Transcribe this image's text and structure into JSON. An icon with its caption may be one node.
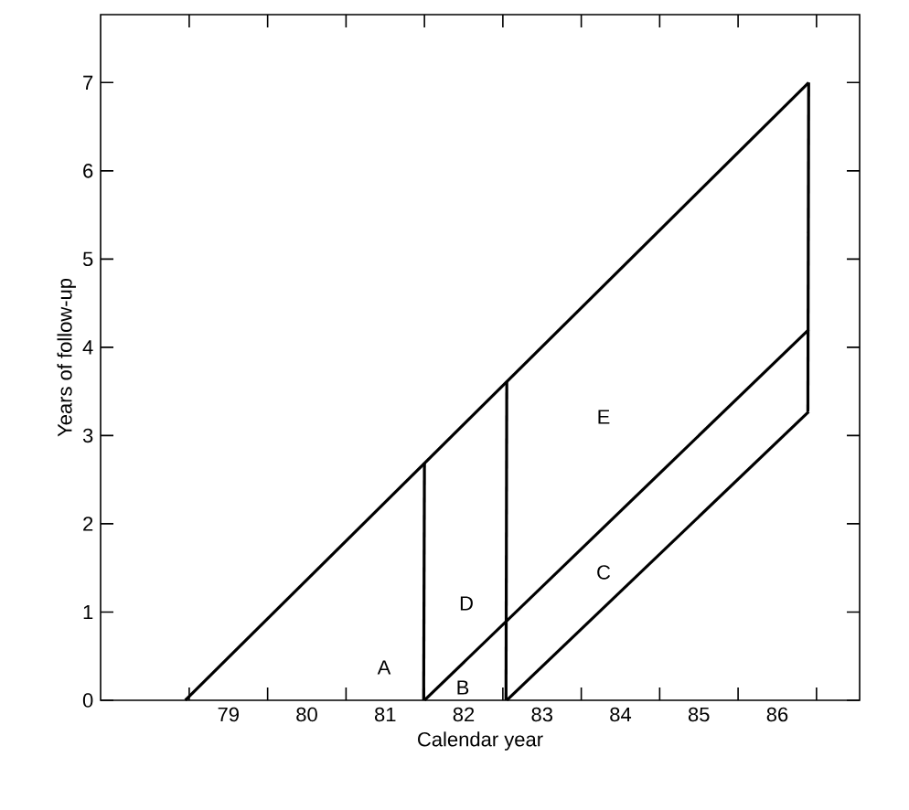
{
  "diagram": {
    "chart_data": {
      "type": "line",
      "xlabel": "Calendar year",
      "ylabel": "Years of follow-up",
      "xlim": [
        77.37,
        87.05
      ],
      "ylim": [
        0,
        7.77
      ],
      "xticks": [
        {
          "value": 79,
          "label": "79"
        },
        {
          "value": 80,
          "label": "80"
        },
        {
          "value": 81,
          "label": "81"
        },
        {
          "value": 82,
          "label": "82"
        },
        {
          "value": 83,
          "label": "83"
        },
        {
          "value": 84,
          "label": "84"
        },
        {
          "value": 85,
          "label": "85"
        },
        {
          "value": 86,
          "label": "86"
        }
      ],
      "yticks": [
        0,
        1,
        2,
        3,
        4,
        5,
        6,
        7
      ],
      "series": [
        {
          "color": "#000000",
          "x": [
            78.45,
            86.4
          ],
          "values": [
            0,
            7.0
          ]
        },
        {
          "color": "#000000",
          "x": [
            81.49,
            81.5
          ],
          "values": [
            0,
            2.69
          ]
        },
        {
          "color": "#000000",
          "x": [
            82.54,
            82.55
          ],
          "values": [
            0,
            3.61
          ]
        },
        {
          "color": "#000000",
          "x": [
            81.5,
            86.4
          ],
          "values": [
            0,
            4.2
          ]
        },
        {
          "color": "#000000",
          "x": [
            82.55,
            86.4
          ],
          "values": [
            0,
            3.27
          ]
        },
        {
          "color": "#000000",
          "x": [
            86.39,
            86.4
          ],
          "values": [
            3.27,
            7.0
          ]
        }
      ]
    },
    "labels": [
      "E",
      "D",
      "C",
      "A",
      "B"
    ]
  }
}
